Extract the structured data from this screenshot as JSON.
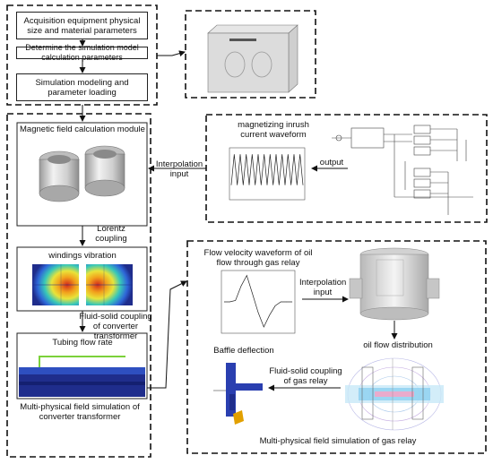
{
  "steps": {
    "step1": "Acquisition equipment physical size and material parameters",
    "step2": "Determine the simulation model calculation parameters",
    "step3": "Simulation modeling and parameter loading"
  },
  "left_panel": {
    "magnetic_module": "Magnetic field calculation module",
    "lorentz": "Lorentz coupling",
    "windings": "windings vibration",
    "fluid_solid_converter": "Fluid-solid coupling of converter transformer",
    "tubing": "Tubing flow rate",
    "multi_physical_converter": "Multi-physical field simulation of converter transformer"
  },
  "inrush_panel": {
    "title": "magnetizing inrush current waveform",
    "output": "output",
    "interpolation_input": "Interpolation input"
  },
  "gas_panel": {
    "flow_title": "Flow velocity waveform of oil flow through gas relay",
    "interpolation_input": "Interpolation input",
    "oil_flow": "oil flow distribution",
    "baffle": "Baffle deflection",
    "fluid_solid_gas": "Fluid-solid coupling of gas relay",
    "multi_physical_gas": "Multi-physical field simulation of gas relay"
  },
  "colors": {
    "dark_blue": "#1f2d8c",
    "mid_blue": "#2e4fc0",
    "hot_red": "#d42a1a",
    "gray": "#c8c8c8"
  },
  "chart_data": [
    {
      "type": "line",
      "title": "magnetizing inrush current waveform",
      "series": [
        {
          "values": [
            0.25,
            1,
            0.25,
            1,
            0.25,
            1,
            0.25,
            1,
            0.25,
            1,
            0.25,
            1,
            0.25,
            1,
            0.25,
            1,
            0.25,
            1,
            0.25,
            1,
            0.25,
            1,
            0.25,
            1,
            0.25
          ]
        }
      ]
    },
    {
      "type": "line",
      "title": "Flow velocity waveform of oil flow through gas relay",
      "series": [
        {
          "values": [
            0,
            0,
            0.05,
            0.6,
            1,
            0.3,
            -0.4,
            -0.95,
            -0.5,
            -0.15,
            0,
            0,
            0
          ]
        }
      ]
    }
  ]
}
